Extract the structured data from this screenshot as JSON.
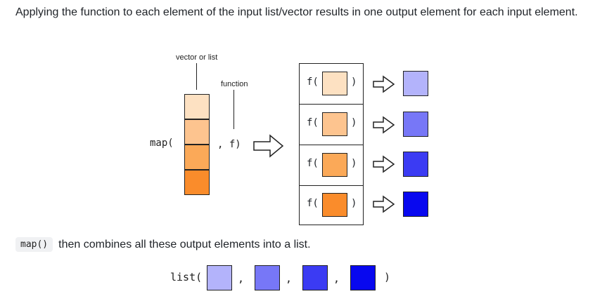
{
  "intro": {
    "text": "Applying the function to each element of the input list/vector results in one output element for each input element."
  },
  "diagram": {
    "vector_label": "vector or list",
    "function_label": "function",
    "map_open": "map(",
    "comma_f_close": ", f)",
    "input_colors": [
      "#fde1c2",
      "#fdc48f",
      "#fba958",
      "#fa8c2b"
    ],
    "apply": {
      "f_open": "f(",
      "close": ")"
    },
    "output_colors": [
      "#b3b3fb",
      "#7777f7",
      "#3b3bf3",
      "#0808ef"
    ]
  },
  "combine": {
    "code": "map()",
    "text": "then combines all these output elements into a list."
  },
  "list_expr": {
    "open": "list(",
    "sep": ",",
    "close": ")"
  }
}
